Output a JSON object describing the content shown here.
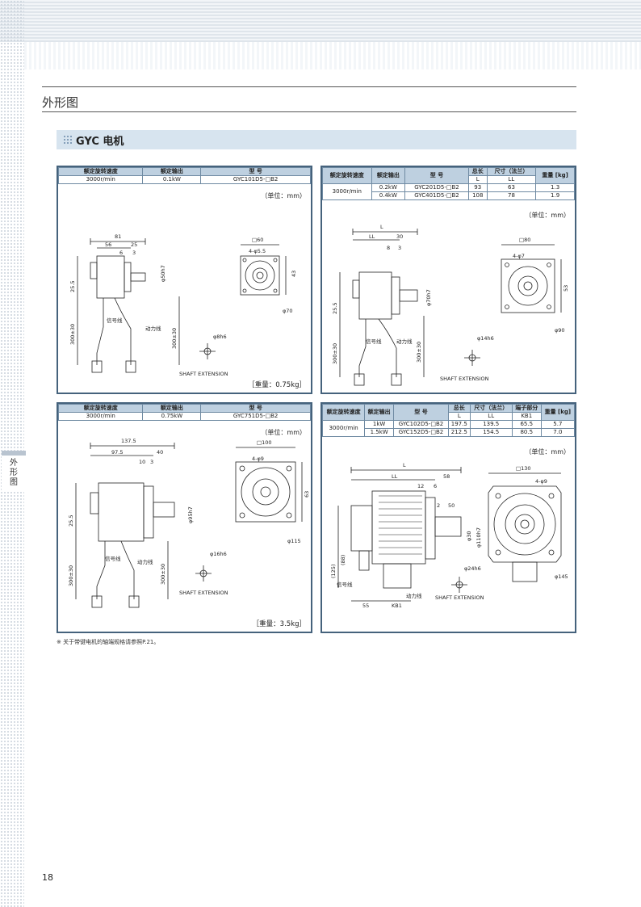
{
  "page": {
    "section_title": "外形图",
    "sub_title": "GYC 电机",
    "side_label": [
      "外",
      "形",
      "图"
    ],
    "footnote": "※ 关于带键电机的轴端规格请参照P.21。",
    "page_number": "18"
  },
  "common": {
    "unit": "（单位：mm）",
    "signal": "信号线",
    "power": "动力线",
    "shaft": "SHAFT EXTENSION"
  },
  "panel1": {
    "headers": [
      "额定旋转速度",
      "额定输出",
      "型 号"
    ],
    "row": [
      "3000r/min",
      "0.1kW",
      "GYC101D5-□B2"
    ],
    "weight": "［重量：0.75kg］",
    "dims": {
      "d81": "81",
      "d56": "56",
      "d25": "25",
      "d6": "6",
      "d3": "3",
      "sq": "□60",
      "holes": "4-φ5.5",
      "shaft": "φ50h7",
      "h255": "25.5",
      "c1": "300±30",
      "c2": "300±30",
      "v43": "43",
      "d70": "φ70",
      "sh": "φ8h6"
    }
  },
  "panel2": {
    "headers": [
      "额定旋转速度",
      "额定输出",
      "型 号",
      "总长",
      "尺寸（法兰）",
      "重量 [kg]"
    ],
    "sub": [
      "L",
      "LL"
    ],
    "rows": [
      [
        "3000r/min",
        "0.2kW",
        "GYC201D5-□B2",
        "93",
        "63",
        "1.3"
      ],
      [
        "",
        "0.4kW",
        "GYC401D5-□B2",
        "108",
        "78",
        "1.9"
      ]
    ],
    "dims": {
      "L": "L",
      "LL": "LL",
      "d30": "30",
      "d8": "8",
      "d3": "3",
      "sq": "□80",
      "holes": "4-φ7",
      "shaft": "φ70h7",
      "h255": "25.5",
      "c1": "300±30",
      "c2": "300±30",
      "v53": "53",
      "d90": "φ90",
      "sh": "φ14h6"
    }
  },
  "panel3": {
    "headers": [
      "额定旋转速度",
      "额定输出",
      "型 号"
    ],
    "row": [
      "3000r/min",
      "0.75kW",
      "GYC751D5-□B2"
    ],
    "weight": "［重量：3.5kg］",
    "dims": {
      "d1375": "137.5",
      "d975": "97.5",
      "d40": "40",
      "d10": "10",
      "d3": "3",
      "sq": "□100",
      "holes": "4-φ9",
      "shaft": "φ95h7",
      "h255": "25.5",
      "c1": "300±30",
      "c2": "300±30",
      "v63": "63",
      "d115": "φ115",
      "sh": "φ16h6"
    }
  },
  "panel4": {
    "headers": [
      "额定旋转速度",
      "额定输出",
      "型 号",
      "总长",
      "尺寸（法兰）",
      "端子部分",
      "重量 [kg]"
    ],
    "sub": [
      "L",
      "LL",
      "KB1"
    ],
    "rows": [
      [
        "3000r/min",
        "1kW",
        "GYC102D5-□B2",
        "197.5",
        "139.5",
        "65.5",
        "5.7"
      ],
      [
        "",
        "1.5kW",
        "GYC152D5-□B2",
        "212.5",
        "154.5",
        "80.5",
        "7.0"
      ]
    ],
    "dims": {
      "L": "L",
      "LL": "LL",
      "d58": "58",
      "d12": "12",
      "d6": "6",
      "d2": "2",
      "d50": "50",
      "sq": "□130",
      "holes": "4-φ9",
      "d30": "φ30",
      "shaft": "φ110h7",
      "h125": "(125)",
      "h88": "(88)",
      "d55": "55",
      "kb1": "KB1",
      "d145": "φ145",
      "sh": "φ24h6"
    }
  }
}
